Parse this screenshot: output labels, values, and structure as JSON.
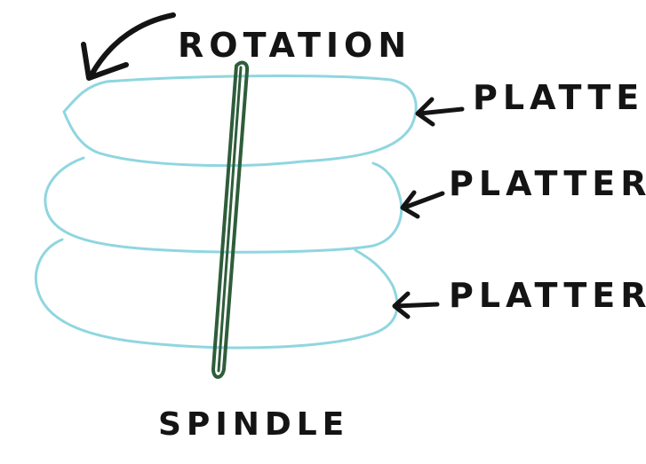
{
  "labels": {
    "rotation": "ROTATION",
    "platter_top": "PLATTER",
    "platter_middle": "PLATTER",
    "platter_bottom": "PLATTER",
    "spindle": "SPINDLE"
  },
  "colors": {
    "background": "#ffffff",
    "platter_stroke": "#8fd6e0",
    "spindle_stroke": "#2e5d3a",
    "ink": "#141414"
  }
}
